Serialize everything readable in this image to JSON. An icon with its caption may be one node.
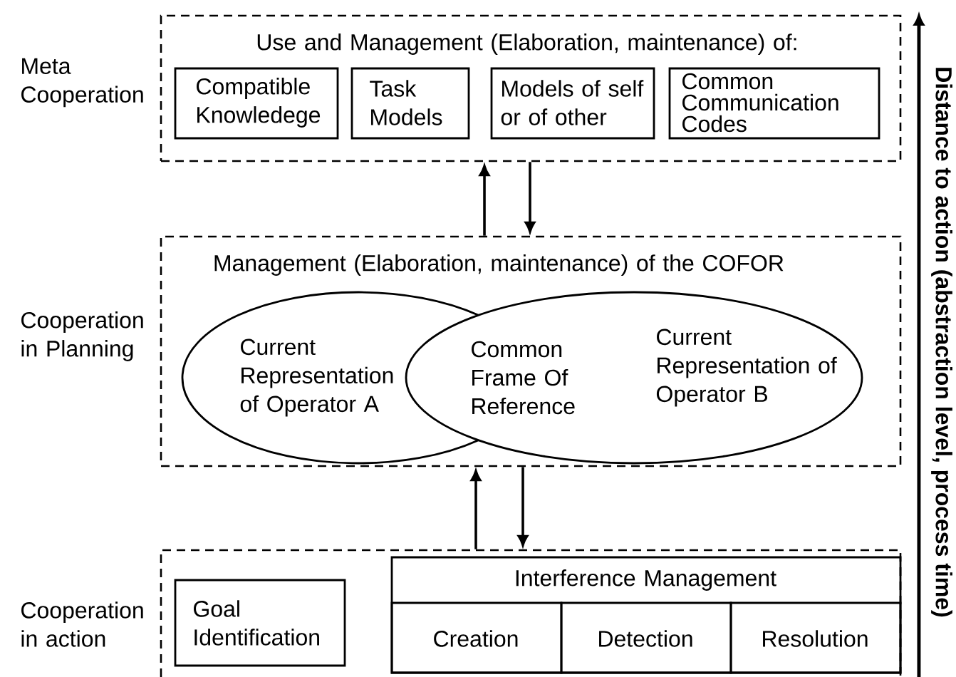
{
  "diagram": {
    "nodes": [
      {
        "text": [
          "Use and Management (Elaboration, maintenance) of:"
        ],
        "beside": [
          "Meta Cooperation"
        ]
      },
      {
        "text": [
          "Compatible Knowledege"
        ],
        "in": 0
      },
      {
        "text": [
          "Task Models"
        ],
        "in": 0
      },
      {
        "text": [
          "Models of self or of other"
        ],
        "in": 0
      },
      {
        "text": [
          "Common Communication Codes"
        ],
        "in": 0
      },
      {
        "text": [
          "Management (Elaboration, maintenance) of the COFOR"
        ],
        "beside": [
          "Cooperation in Planning"
        ]
      },
      {
        "text": [
          "Current Representation of Operator A"
        ],
        "in": 5
      },
      {
        "text": [
          "Common Frame Of Reference"
        ],
        "in": 8
      },
      {
        "text": [
          "Current Representation of Operator B"
        ],
        "in": 5
      },
      {
        "text": [],
        "shape": "box",
        "beside": [
          "Cooperation in action"
        ]
      },
      {
        "text": [
          "Goal Identification"
        ],
        "in": 9
      },
      {
        "text": [
          "Interference Management"
        ],
        "in": 9
      },
      {
        "text": [
          "Creation"
        ],
        "in": 11
      },
      {
        "text": [
          "Detection"
        ],
        "in": 11
      },
      {
        "text": [
          "Resolution"
        ],
        "in": 11
      }
    ],
    "edges": [
      {
        "from": 5,
        "to": 0,
        "arrow": "to"
      },
      {
        "from": 0,
        "to": 5,
        "arrow": "to"
      },
      {
        "from": 9,
        "to": 5,
        "arrow": "to"
      },
      {
        "from": 5,
        "to": 9,
        "arrow": "to"
      }
    ],
    "labels": [
      "Distance to action (abstraction level, process time)"
    ]
  }
}
